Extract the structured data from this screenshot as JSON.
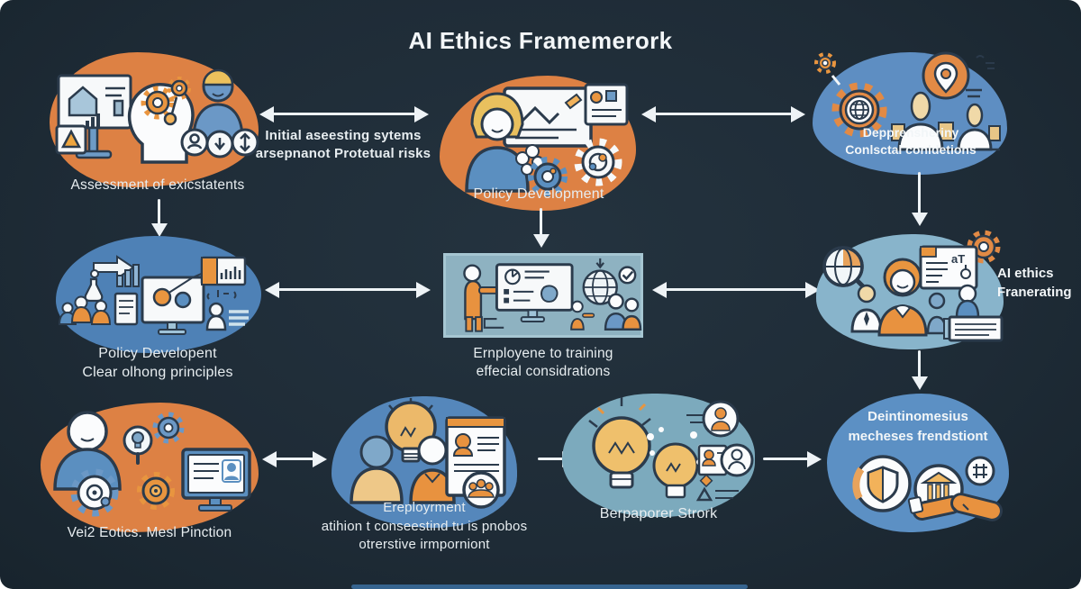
{
  "title": "AI Ethics Framemerork",
  "colors": {
    "background": "#1e2b36",
    "orange_blob": "#dd8144",
    "blue_blob": "#4e81b6",
    "light_blue_blob": "#88b4cb",
    "teal_blob": "#7caabd",
    "panel": "#8eb2c1",
    "arrow": "#eef3f6",
    "outline": "#2b3b4c",
    "text": "#e7edf0"
  },
  "nodes": {
    "top_left": {
      "label": "Assessment of exicstatents"
    },
    "top_center": {
      "label": "Policy Development"
    },
    "top_right": {
      "line1": "Depprensheriny",
      "line2": "Conlsctal conldetions"
    },
    "mid_left": {
      "line1": "Policy Developent",
      "line2": "Clear olhong principles"
    },
    "center": {
      "line1": "Ernployene to training",
      "line2": "effecial considrations"
    },
    "mid_right": {
      "line1": "AI ethics",
      "line2": "Franerating",
      "doc_text": "aT"
    },
    "bottom_left": {
      "label": "Vei2 Eotics. Mesl Pinction"
    },
    "bottom_mid": {
      "line1": "Ereployrment",
      "line2": "atihion t conseestind tu is pnobos",
      "line3": "otrerstive irmporniont"
    },
    "bottom_center": {
      "label": "Berpaporer Strork"
    },
    "bottom_right": {
      "line1": "Deintinomesius",
      "line2": "mecheses frendstiont"
    }
  },
  "edges": {
    "assessment_policy": {
      "line1": "Initial aseesting sytems",
      "line2": "arsepnanot Protetual risks"
    }
  }
}
